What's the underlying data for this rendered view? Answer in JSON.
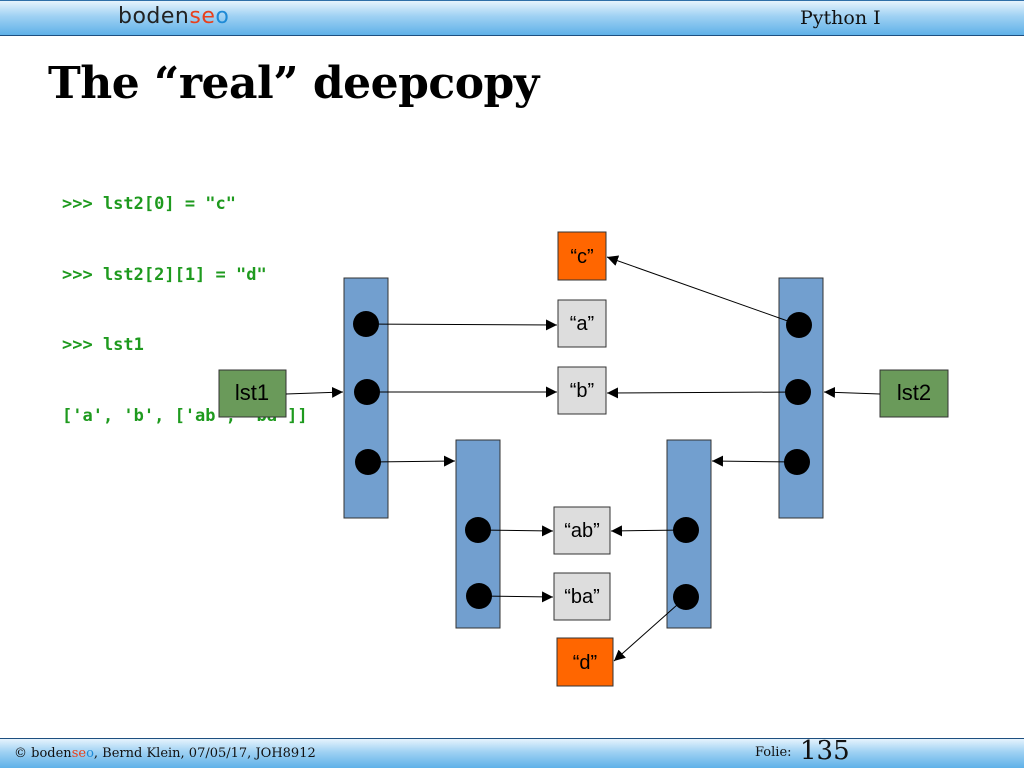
{
  "header": {
    "logo": {
      "part1": "boden",
      "part2": "se",
      "part3": "o"
    },
    "course": "Python I"
  },
  "slide": {
    "title": "The “real” deepcopy",
    "code_lines": [
      ">>> lst2[0] = \"c\"",
      ">>> lst2[2][1] = \"d\"",
      ">>> lst1",
      "['a', 'b', ['ab', 'ba']]"
    ]
  },
  "diagram": {
    "variables": {
      "lst1": "lst1",
      "lst2": "lst2"
    },
    "strings": {
      "c": "“c”",
      "a": "“a”",
      "b": "“b”",
      "ab": "“ab”",
      "ba": "“ba”",
      "d": "“d”"
    },
    "colors": {
      "list_fill": "#729fcf",
      "variable_fill": "#6a9a5a",
      "string_fill": "#dddddd",
      "modified_fill": "#ff6600"
    }
  },
  "footer": {
    "copyright": "© ",
    "logo": {
      "part1": "boden",
      "part2": "se",
      "part3": "o"
    },
    "credits": ", Bernd Klein, 07/05/17, JOH8912",
    "folie_label": "Folie:",
    "page_number": "135"
  }
}
